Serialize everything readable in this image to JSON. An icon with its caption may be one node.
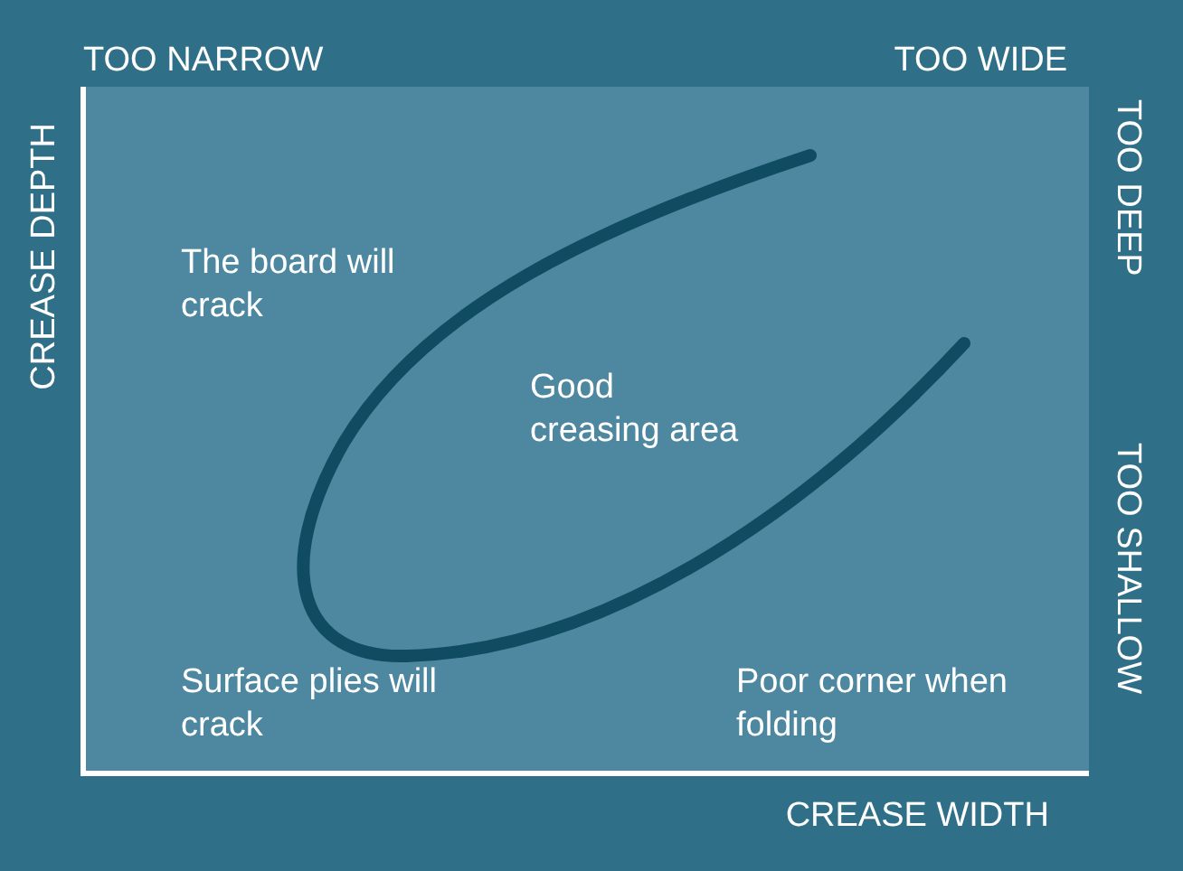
{
  "diagram": {
    "labels": [
      "TOO NARROW",
      "TOO WIDE",
      "CREASE DEPTH",
      "TOO DEEP",
      "The board will crack",
      "Good creasing area",
      "TOO SHALLOW",
      "Surface plies will crack",
      "Poor corner when folding",
      "CREASE WIDTH"
    ]
  }
}
